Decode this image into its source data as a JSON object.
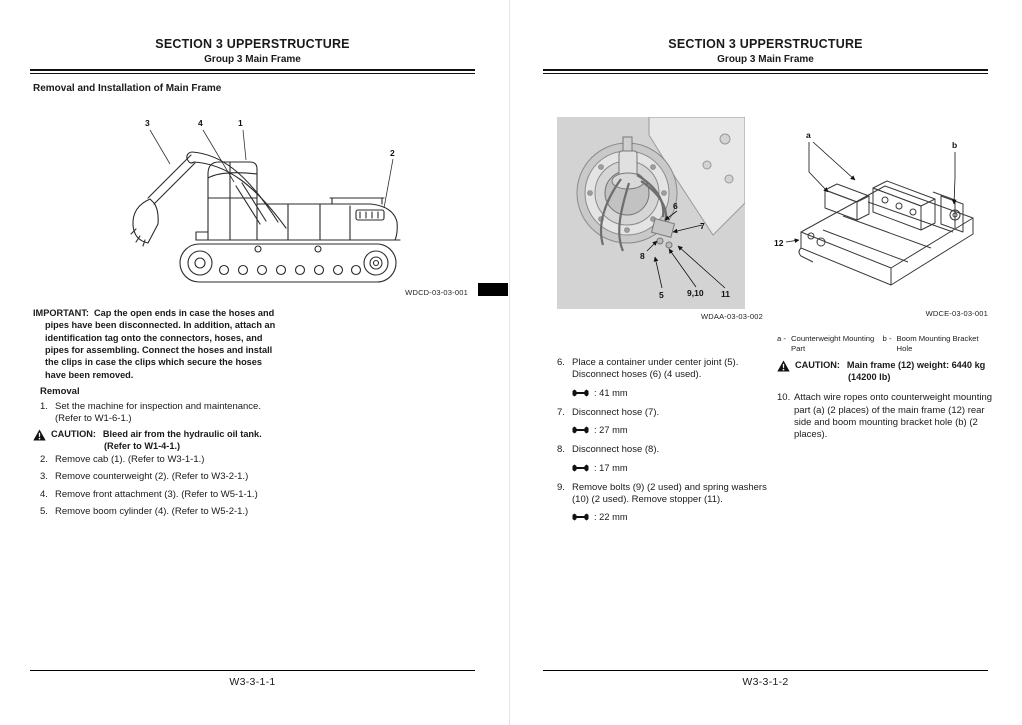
{
  "colors": {
    "ink": "#1a1a1a",
    "figure_panel": "#d3d3d3",
    "revision_marker": "#000000"
  },
  "icons": {
    "caution": "warning-triangle",
    "wrench_size": "open-end-wrench"
  },
  "left_page": {
    "header": "SECTION 3 UPPERSTRUCTURE",
    "subheader": "Group 3 Main Frame",
    "section_title": "Removal and Installation of Main Frame",
    "figure": {
      "caption": "WDCD-03-03-001",
      "callouts": [
        "3",
        "4",
        "1",
        "2"
      ]
    },
    "important_label": "IMPORTANT:",
    "important_text": "Cap the open ends in case the hoses and pipes have been disconnected. In addition, attach an identification tag onto the connectors, hoses, and pipes for assembling. Connect the hoses and install the clips in case the clips which secure the hoses have been removed.",
    "removal_heading": "Removal",
    "step1_num": "1.",
    "step1_text": "Set the machine for inspection and maintenance.",
    "step1_ref": "(Refer to W1-6-1.)",
    "caution_label": "CAUTION:",
    "caution_text": "Bleed air from the hydraulic oil tank.",
    "caution_ref": "(Refer to W1-4-1.)",
    "steps": [
      {
        "num": "2.",
        "text": "Remove cab (1). (Refer to W3-1-1.)"
      },
      {
        "num": "3.",
        "text": "Remove counterweight (2). (Refer to W3-2-1.)"
      },
      {
        "num": "4.",
        "text": "Remove front attachment (3). (Refer to W5-1-1.)"
      },
      {
        "num": "5.",
        "text": "Remove boom cylinder (4). (Refer to W5-2-1.)"
      }
    ],
    "page_number": "W3-3-1-1"
  },
  "right_page": {
    "header": "SECTION 3 UPPERSTRUCTURE",
    "subheader": "Group 3 Main Frame",
    "figure_joint": {
      "caption": "WDAA-03-03-002",
      "callouts": [
        "6",
        "7",
        "8",
        "5",
        "9,10",
        "11"
      ]
    },
    "figure_frame": {
      "caption": "WDCE-03-03-001",
      "callouts": [
        "a",
        "b",
        "12"
      ]
    },
    "legend": [
      {
        "key": "a -",
        "text": "Counterweight Mounting Part"
      },
      {
        "key": "b -",
        "text": "Boom Mounting Bracket Hole"
      }
    ],
    "steps": [
      {
        "num": "6.",
        "text": "Place a container under center joint (5). Disconnect hoses (6) (4 used).",
        "wrench": ": 41 mm"
      },
      {
        "num": "7.",
        "text": "Disconnect hose (7).",
        "wrench": ": 27 mm"
      },
      {
        "num": "8.",
        "text": "Disconnect hose (8).",
        "wrench": ": 17 mm"
      },
      {
        "num": "9.",
        "text": "Remove bolts (9) (2 used) and spring washers (10) (2 used). Remove stopper (11).",
        "wrench": ": 22 mm"
      }
    ],
    "caution_label": "CAUTION:",
    "caution_text": "Main frame (12) weight: 6440 kg",
    "caution_text2": "(14200 lb)",
    "step10_num": "10.",
    "step10_text": "Attach wire ropes onto counterweight mounting part (a) (2 places) of the main frame (12) rear side and boom mounting bracket hole (b) (2 places).",
    "page_number": "W3-3-1-2"
  }
}
